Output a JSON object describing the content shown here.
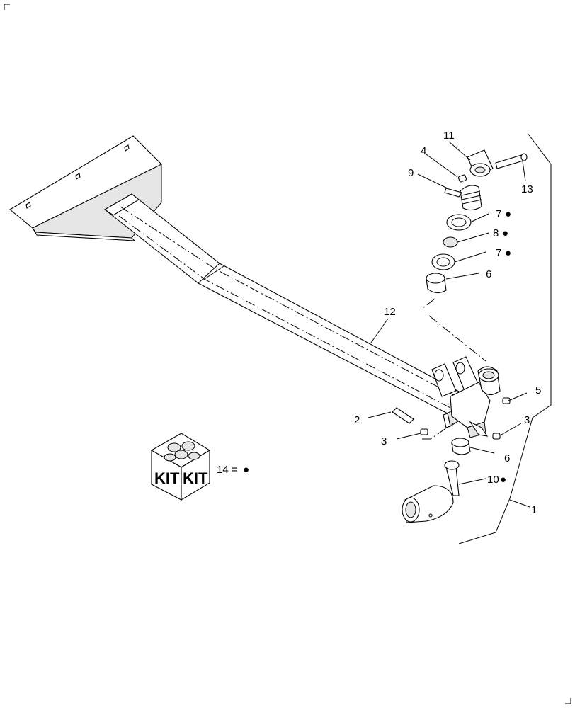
{
  "callouts": [
    {
      "id": "c1",
      "text": "1"
    },
    {
      "id": "c2",
      "text": "2"
    },
    {
      "id": "c3a",
      "text": "3"
    },
    {
      "id": "c3b",
      "text": "3"
    },
    {
      "id": "c4",
      "text": "4"
    },
    {
      "id": "c5",
      "text": "5"
    },
    {
      "id": "c6a",
      "text": "6"
    },
    {
      "id": "c6b",
      "text": "6"
    },
    {
      "id": "c7a",
      "text": "7"
    },
    {
      "id": "c7b",
      "text": "7"
    },
    {
      "id": "c8",
      "text": "8"
    },
    {
      "id": "c9",
      "text": "9"
    },
    {
      "id": "c10",
      "text": "10"
    },
    {
      "id": "c11",
      "text": "11"
    },
    {
      "id": "c12",
      "text": "12"
    },
    {
      "id": "c13",
      "text": "13"
    }
  ],
  "kit": {
    "left_label": "KIT",
    "right_label": "KIT",
    "legend": "14 ="
  },
  "bullet_mark": "●"
}
